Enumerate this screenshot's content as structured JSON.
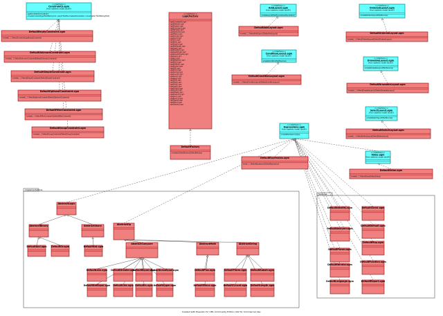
{
  "footer": "Created with Poseidon for UML Community Edition. Not for Commercial Use.",
  "packages": [
    {
      "id": "impl",
      "label": "implementations"
    },
    {
      "id": "feat",
      "label": "features"
    }
  ],
  "classes": [
    {
      "id": "consumableI",
      "color": "cyan",
      "stereo": "<<interface>>",
      "name": "Constraint3.ogm",
      "meta": "{from systems.model.{stuff}}",
      "ops": [
        "+getConstraint():Constraint",
        "+createConstraint(getFieldMaking:Info, parent:FieldSourcesUserDeclaration, Consumable):FieldMaking(field)"
      ]
    },
    {
      "id": "c1",
      "color": "red",
      "name": "DefaultEmptyConstraint.ogm",
      "ops": [
        "+create(...) :DefaultConstraint(getEmptyConstraint)"
      ]
    },
    {
      "id": "c2",
      "color": "red",
      "name": "DefaultUnknownConstraint.ogm",
      "ops": [
        "+create(...) :DefaultUnknownConstraint(DefaultUnknownConstraint)"
      ]
    },
    {
      "id": "c3",
      "color": "red",
      "name": "DefaultSimpleConstraint.ogm",
      "ops": [
        "+create(...) :DefaultSimpleConstraint(DefaultSimpleConstraint)"
      ]
    },
    {
      "id": "c4",
      "color": "red",
      "name": "DefaultOptionalConstraint.ogm",
      "ops": [
        "+create(...) :DefaultOptionalConstraint(DefaultOptionalConstraint)"
      ]
    },
    {
      "id": "c5",
      "color": "red",
      "name": "DefaultFilterConstraint.ogm",
      "ops": [
        "+create(...) :DefaultFilterConstraint(DefaultFilterConstraint)"
      ]
    },
    {
      "id": "c6",
      "color": "red",
      "name": "DefaultGroupConstraint.ogm",
      "ops": [
        "+create(...) :DefaultGroupConstraint(DefaultGroupConstraint)"
      ]
    },
    {
      "id": "logicI",
      "color": "red",
      "stereo": "<<interface>>",
      "name": "LogicFactory",
      "meta": "",
      "ops": [
        "+getConstraint().ogm",
        "+getDefault().ogm",
        "+getEmpty().ogm",
        "+getUnknown().ogm",
        "+getSimple().ogm",
        "+getOptional().ogm",
        "+getFilter().ogm",
        "+getGroup().ogm",
        "+getAnd().ogm",
        "+getOr().ogm",
        "+getNot().ogm",
        "+getEqual().ogm",
        "+getNotEqual().ogm",
        "+getLess().ogm",
        "+getGreater().ogm",
        "+getLessEqual().ogm",
        "+getGreaterEqual().ogm",
        "+getLike().ogm",
        "+getIn().ogm",
        "+getBetween().ogm",
        "+getNull().ogm",
        "+getNotNull().ogm",
        "+getExists().ogm",
        "+getAll().ogm",
        "+getAny().ogm",
        "+getSome().ogm",
        "+getCount().ogm",
        "+getSum().ogm",
        "+getAvg().ogm",
        "+getMin().ogm",
        "+getMax().ogm",
        "+getFirst().ogm",
        "+getLast().ogm",
        "+getOrder().ogm",
        "+getLimit().ogm",
        "+getOffset().ogm",
        "+getDistinct().ogm",
        "+getJoin().ogm",
        "+getUnion().ogm",
        "+getTypes().ogm",
        "+getKeys().ogm",
        "+getValues().ogm"
      ]
    },
    {
      "id": "logicDef",
      "color": "red",
      "name": "DefaultFactory",
      "ops": [
        "+create():DefaultFactory(DefaultFactory)"
      ]
    },
    {
      "id": "addI",
      "color": "cyan",
      "stereo": "<<interface>>",
      "name": "AddLayout.ogm",
      "meta": "{from systems.model.{stuff}}",
      "ops": [
        "+createLayout(fieldSourcesUserDeclaration)"
      ]
    },
    {
      "id": "addDef",
      "color": "red",
      "name": "DefaultAddLayout.ogm",
      "ops": [
        "+create(...) :DefaultAddLayout(DefaultAddLayout)"
      ]
    },
    {
      "id": "condI",
      "color": "cyan",
      "stereo": "<<interface>>",
      "name": "ConditionLayout.ogm",
      "meta": "{from systems.model.{stuff}}",
      "ops": [
        "+createCondition(fieldSources)"
      ]
    },
    {
      "id": "condDef",
      "color": "red",
      "name": "DefaultConditionLayout.ogm",
      "ops": [
        "+create(...) :DefaultConditionLayout(DefaultConditionLayout)"
      ]
    },
    {
      "id": "ordI",
      "color": "cyan",
      "stereo": "<<interface>>",
      "name": "OrderedLayout.ogm",
      "meta": "{from systems.model.{stuff}}",
      "ops": [
        "+createOrderedLayout(fieldSources)"
      ]
    },
    {
      "id": "ordDef",
      "color": "red",
      "name": "DefaultOrderedLayout.ogm",
      "ops": [
        "+create(...) :DefaultOrderedLayout(DefaultOrderedLayout)"
      ]
    },
    {
      "id": "drawI",
      "color": "cyan",
      "stereo": "<<interface>>",
      "name": "DrawableLayout.ogm",
      "meta": "{from systems.model.{stuff}}",
      "ops": [
        "+createDrawableLayout(fieldSources)"
      ]
    },
    {
      "id": "drawDef",
      "color": "red",
      "name": "DefaultDrawableLayout.ogm",
      "ops": [
        "+create(...) :DefaultDrawableLayout(DefaultDrawableLayout)"
      ]
    },
    {
      "id": "selI",
      "color": "cyan",
      "stereo": "<<interface>>",
      "name": "SelectLayout.ogm",
      "meta": "{from systems.model.{stuff}}",
      "ops": [
        "+createSelectLayout(fieldSources)"
      ]
    },
    {
      "id": "selDef",
      "color": "red",
      "name": "DefaultSelectLayout.ogm",
      "ops": [
        "+create(...) :DefaultSelectLayout(DefaultSelectLayout)"
      ]
    },
    {
      "id": "exprI",
      "color": "cyan",
      "stereo": "<<interface>>",
      "name": "Expressions.ogm",
      "meta": "{from systems.model.{stuff}}",
      "ops": [
        "+createExpression():Type"
      ]
    },
    {
      "id": "exprDef",
      "color": "red",
      "name": "DefaultExpression.ogm",
      "ops": [
        "+eval(...) :DefaultExpression(DefaultExpression)"
      ]
    },
    {
      "id": "valI",
      "color": "cyan",
      "stereo": "<<interface>>",
      "name": "Value.ogm",
      "meta": "{from systems.model.{stuff}}",
      "ops": []
    },
    {
      "id": "valDef",
      "color": "red",
      "name": "DefaultValue.ogm",
      "ops": [
        "+create(...) :DefaultValue(DefaultValue)"
      ]
    },
    {
      "id": "p1",
      "color": "red",
      "name": "AbstractLogic",
      "ops": []
    },
    {
      "id": "p2",
      "color": "red",
      "name": "AbstractBinary",
      "ops": []
    },
    {
      "id": "p3",
      "color": "red",
      "name": "AbstractUnary",
      "ops": []
    },
    {
      "id": "p4",
      "color": "red",
      "name": "DefaultAnd.ogm",
      "ops": []
    },
    {
      "id": "p5",
      "color": "red",
      "name": "DefaultOr.ogm",
      "ops": []
    },
    {
      "id": "p6",
      "color": "red",
      "name": "DefaultNot.ogm",
      "ops": []
    },
    {
      "id": "p7",
      "color": "red",
      "name": "AbstractOp",
      "ops": []
    },
    {
      "id": "p8",
      "color": "red",
      "name": "AbstractCompare",
      "ops": []
    },
    {
      "id": "p9",
      "color": "red",
      "name": "AbstractMath",
      "ops": []
    },
    {
      "id": "p10",
      "color": "red",
      "name": "AbstractString",
      "ops": []
    },
    {
      "id": "p11",
      "color": "red",
      "name": "DefaultLess.ogm",
      "ops": []
    },
    {
      "id": "p12",
      "color": "red",
      "name": "DefaultGreater.ogm",
      "ops": []
    },
    {
      "id": "p13",
      "color": "red",
      "name": "DefaultEqual.ogm",
      "ops": []
    },
    {
      "id": "p14",
      "color": "red",
      "name": "DefaultLessEqual.ogm",
      "ops": []
    },
    {
      "id": "p15",
      "color": "red",
      "name": "DefaultNotEqual.ogm",
      "ops": []
    },
    {
      "id": "p16",
      "color": "red",
      "name": "DefaultLike.ogm",
      "ops": []
    },
    {
      "id": "p17",
      "color": "red",
      "name": "DefaultIn.ogm",
      "ops": []
    },
    {
      "id": "p18",
      "color": "red",
      "name": "DefaultPlus.ogm",
      "ops": []
    },
    {
      "id": "p19",
      "color": "red",
      "name": "DefaultMinus.ogm",
      "ops": []
    },
    {
      "id": "p20",
      "color": "red",
      "name": "DefaultTimes.ogm",
      "ops": []
    },
    {
      "id": "p21",
      "color": "red",
      "name": "DefaultConcat.ogm",
      "ops": []
    },
    {
      "id": "p22",
      "color": "red",
      "name": "DefaultSubstr.ogm",
      "ops": []
    },
    {
      "id": "p23",
      "color": "red",
      "name": "DefaultLength.ogm",
      "ops": []
    },
    {
      "id": "p24",
      "color": "red",
      "name": "DefaultUpper.ogm",
      "ops": []
    },
    {
      "id": "f1",
      "color": "red",
      "name": "DefaultIdentity.ogm",
      "ops": []
    },
    {
      "id": "f2",
      "color": "red",
      "name": "DefaultAnalyzer.ogm",
      "ops": []
    },
    {
      "id": "f3",
      "color": "red",
      "name": "DefaultParser.ogm",
      "ops": []
    },
    {
      "id": "f4",
      "color": "red",
      "name": "DefaultIterator.ogm",
      "ops": []
    },
    {
      "id": "f5",
      "color": "red",
      "name": "DefaultLanguage.ogm",
      "ops": []
    },
    {
      "id": "f6",
      "color": "red",
      "name": "DefaultCheck.ogm",
      "ops": []
    },
    {
      "id": "f7",
      "color": "red",
      "name": "DefaultDefault.ogm",
      "ops": []
    },
    {
      "id": "f8",
      "color": "red",
      "name": "DefaultMap.ogm",
      "ops": []
    },
    {
      "id": "f9",
      "color": "red",
      "name": "DefaultFunction.ogm",
      "ops": []
    },
    {
      "id": "f10",
      "color": "red",
      "name": "DefaultReport.ogm",
      "ops": []
    }
  ]
}
